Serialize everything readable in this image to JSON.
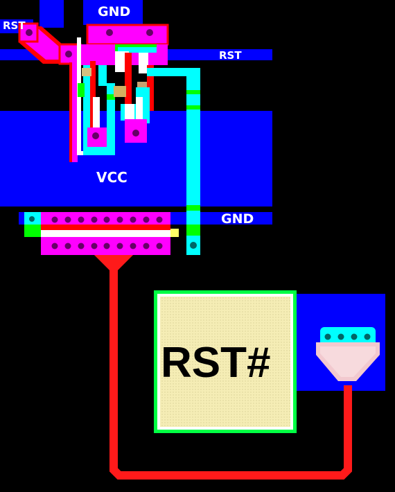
{
  "labels": {
    "gnd_top": "GND",
    "rst_left": "RST",
    "rst_right": "RST",
    "vcc": "VCC",
    "gnd_mid": "GND",
    "rst_component": "RST#"
  },
  "colors": {
    "background": "#000000",
    "power_plane": "#0000FF",
    "metal_magenta": "#FF00FF",
    "metal_cyan": "#00FFFF",
    "metal_green": "#00FF00",
    "metal_red": "#FF0000",
    "pad_white": "#FFFFFF",
    "trace_red": "#FF1A1A",
    "component_fill": "#F5EDB5",
    "component_border": "#00FF44",
    "via_dark": "#660066",
    "connector_fill": "#F2C9CF"
  }
}
